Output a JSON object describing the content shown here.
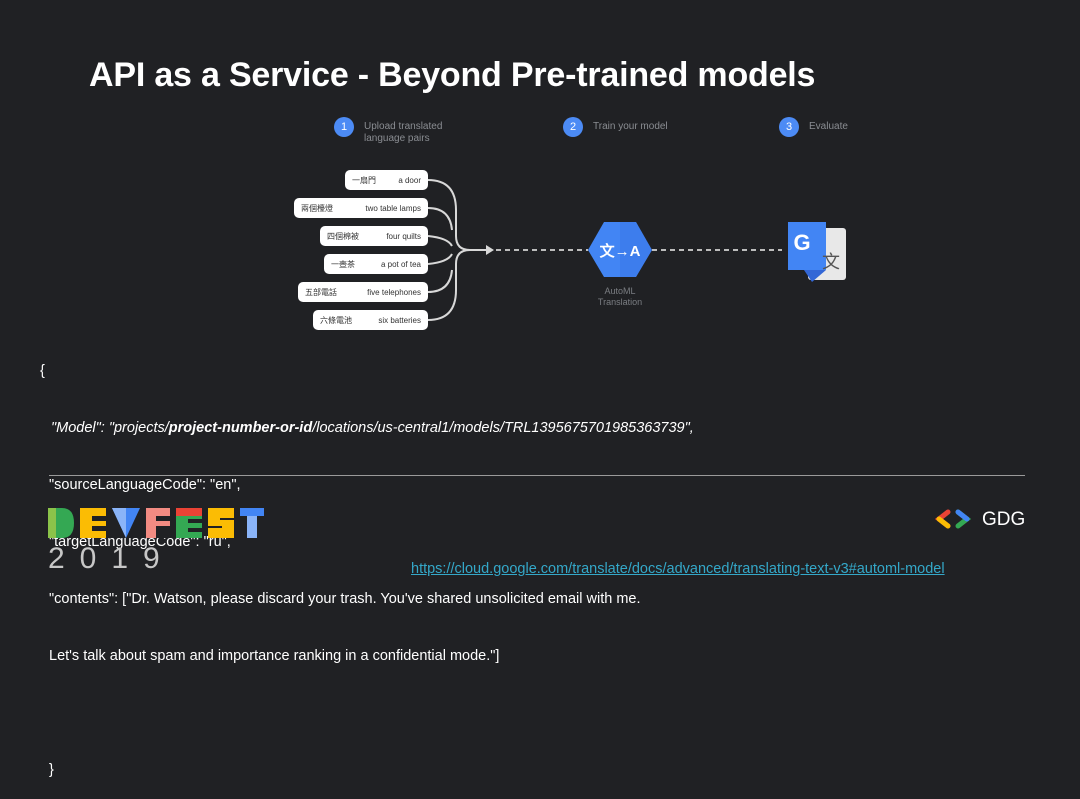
{
  "slide": {
    "title": "API as a Service - Beyond Pre-trained models"
  },
  "steps": [
    {
      "number": "1",
      "label_line1": "Upload translated",
      "label_line2": "language pairs"
    },
    {
      "number": "2",
      "label_line1": "Train your model",
      "label_line2": ""
    },
    {
      "number": "3",
      "label_line1": "Evaluate",
      "label_line2": ""
    }
  ],
  "pairs": [
    {
      "source": "一扇門",
      "target": "a door"
    },
    {
      "source": "兩個檯燈",
      "target": "two table lamps"
    },
    {
      "source": "四個棉被",
      "target": "four quilts"
    },
    {
      "source": "一壺茶",
      "target": "a pot of tea"
    },
    {
      "source": "五部電話",
      "target": "five telephones"
    },
    {
      "source": "六條電池",
      "target": "six batteries"
    }
  ],
  "automl": {
    "icon_text": "文→A",
    "label_line1": "AutoML",
    "label_line2": "Translation"
  },
  "translate_icon": {
    "g_letter": "G",
    "glyph": "文"
  },
  "code": {
    "open_brace": "{",
    "model_key": "\"Model\": \"projects/",
    "model_bold": "project-number-or-id",
    "model_rest": "/locations/us-central1/models/TRL1395675701985363739\",",
    "line_source": "\"sourceLanguageCode\": \"en\",",
    "line_target": "\"targetLanguageCode\": \"ru\",",
    "line_contents": "\"contents\": [\"Dr. Watson, please discard your trash. You've shared unsolicited email with me.",
    "line_contents2": "Let's talk about spam and importance ranking in a confidential mode.\"]",
    "close_brace": "}"
  },
  "footer": {
    "devfest_letters": [
      "D",
      "E",
      "V",
      "F",
      "E",
      "S",
      "T"
    ],
    "year": "2019",
    "gdg": "GDG",
    "link": "https://cloud.google.com/translate/docs/advanced/translating-text-v3#automl-model"
  },
  "colors": {
    "background": "#202124",
    "step_blue": "#4c8bf5",
    "automl_blue": "#4285f4",
    "link": "#34a8c9"
  }
}
